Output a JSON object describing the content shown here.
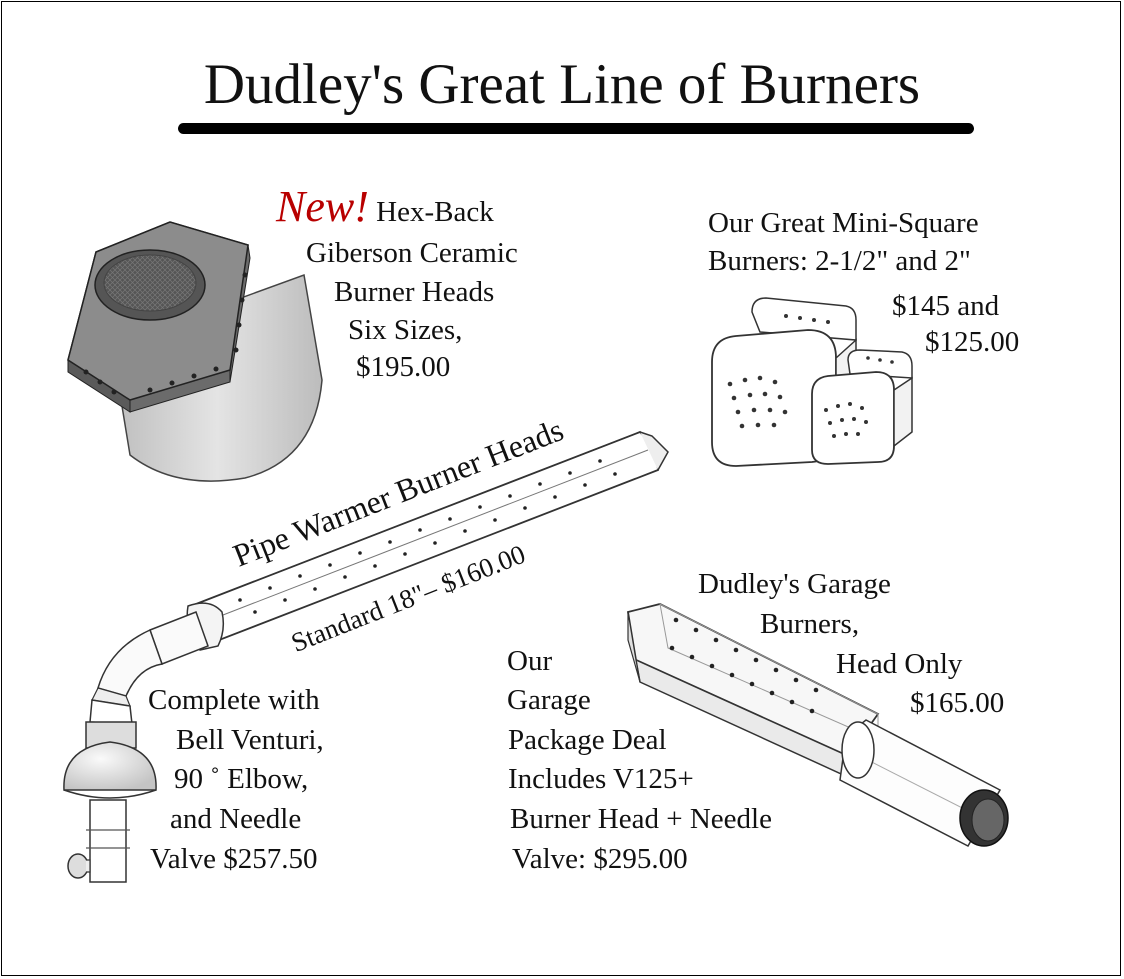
{
  "title": "Dudley's Great Line of Burners",
  "hex": {
    "new_label": "New!",
    "line1": "Hex-Back",
    "line2": "Giberson Ceramic",
    "line3": "Burner Heads",
    "line4": "Six Sizes,",
    "price": "$195.00"
  },
  "mini": {
    "line1": "Our Great Mini-Square",
    "line2": "Burners: 2-1/2\" and 2\"",
    "price1": "$145 and",
    "price2": "$125.00"
  },
  "pipe": {
    "heading": "Pipe Warmer Burner Heads",
    "standard": "Standard 18\"–  $160.00"
  },
  "complete": {
    "line1": "Complete with",
    "line2": "Bell Venturi,",
    "line3": "90 ˚ Elbow,",
    "line4": "and Needle",
    "line5": "Valve  $257.50"
  },
  "garage": {
    "line1": "Dudley's Garage",
    "line2": "Burners,",
    "line3": "Head Only",
    "price": "$165.00"
  },
  "package": {
    "line1": "Our",
    "line2": "Garage",
    "line3": "Package Deal",
    "line4": "Includes V125+",
    "line5": "Burner Head + Needle",
    "line6": "Valve:   $295.00"
  },
  "colors": {
    "new_red": "#b80000",
    "ceramic_gray": "#d8d8d8",
    "hex_gray": "#8c8c8c",
    "garage_cap": "#333333"
  }
}
